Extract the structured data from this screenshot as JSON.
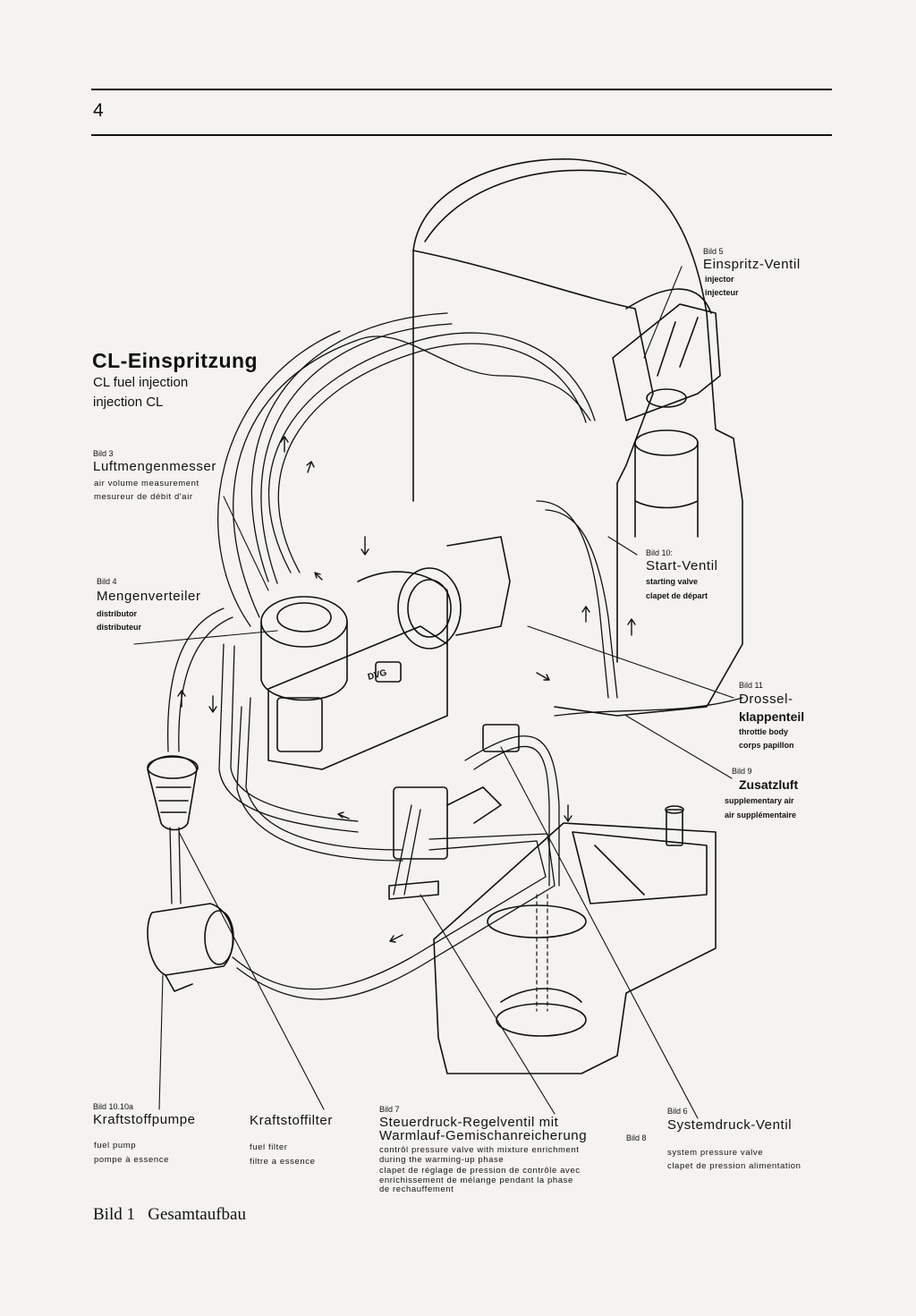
{
  "page_number": "4",
  "title": {
    "de": "CL-Einspritzung",
    "en": "CL fuel injection",
    "fr": "injection CL"
  },
  "labels": {
    "bild5": {
      "ref": "Bild 5",
      "de": "Einspritz-Ventil",
      "en": "injector",
      "fr": "injecteur"
    },
    "bild3": {
      "ref": "Bild 3",
      "de": "Luftmengenmesser",
      "en": "air volume measurement",
      "fr": "mesureur de débit d'air"
    },
    "bild4": {
      "ref": "Bild 4",
      "de": "Mengenverteiler",
      "en": "distributor",
      "fr": "distributeur"
    },
    "bild10": {
      "ref": "Bild 10:",
      "de": "Start-Ventil",
      "en": "starting valve",
      "fr": "clapet de départ"
    },
    "bild11": {
      "ref": "Bild 11",
      "de1": "Drossel-",
      "de2": "klappenteil",
      "en": "throttle body",
      "fr": "corps papillon"
    },
    "bild9": {
      "ref": "Bild 9",
      "de": "Zusatzluft",
      "en": "supplementary air",
      "fr": "air supplémentaire"
    },
    "bild1010a": {
      "ref": "Bild 10.10a",
      "de": "Kraftstoffpumpe",
      "en": "fuel pump",
      "fr": "pompe à essence"
    },
    "filter": {
      "de": "Kraftstoffilter",
      "en": "fuel filter",
      "fr": "filtre a essence"
    },
    "bild7": {
      "ref": "Bild 7",
      "de1": "Steuerdruck-Regelventil mit",
      "de2": "Warmlauf-Gemischanreicherung",
      "ref2": "Bild 8",
      "en1": "contrôl pressure valve with mixture enrichment",
      "en2": "during the warming-up phase",
      "fr1": "clapet de réglage de pression de contrôle avec",
      "fr2": "enrichissement de mélange pendant la phase",
      "fr3": "de rechauffement"
    },
    "bild6": {
      "ref": "Bild 6",
      "de": "Systemdruck-Ventil",
      "en": "system pressure valve",
      "fr": "clapet de pression alimentation"
    }
  },
  "badge": {
    "text": "DVG"
  },
  "caption": "Bild 1   Gesamtaufbau"
}
